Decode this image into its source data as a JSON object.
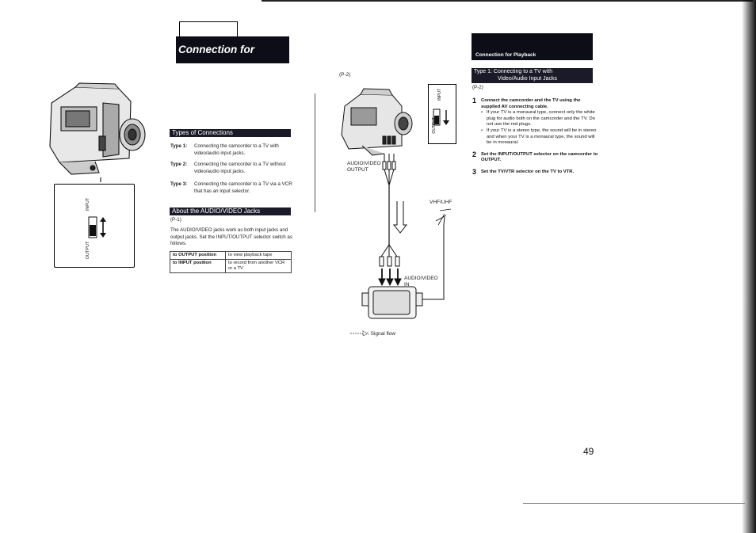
{
  "left_page": {
    "title": "Connection for Playback",
    "switch_labels": {
      "top": "INPUT",
      "bottom": "OUTPUT"
    },
    "types_header": "Types of Connections",
    "types": [
      {
        "label": "Type 1:",
        "text": "Connecting the camcorder to a TV with video/audio input jacks."
      },
      {
        "label": "Type 2:",
        "text": "Connecting the camcorder to a TV without video/audio input jacks."
      },
      {
        "label": "Type 3:",
        "text": "Connecting the camcorder to a TV via a VCR that has an input selector."
      }
    ],
    "about_header": "About the AUDIO/VIDEO Jacks",
    "about_ref": "(P-1)",
    "about_text": "The AUDIO/VIDEO jacks work as both input jacks and output jacks. Set the INPUT/OUTPUT selector switch as follows.",
    "table": [
      {
        "key": "to OUTPUT position",
        "value": "to view playback tape"
      },
      {
        "key": "to INPUT position",
        "value": "to record from another VCR or a TV"
      }
    ]
  },
  "diagram": {
    "ref": "(P-2)",
    "switch_labels": {
      "top": "INPUT",
      "bottom": "OUTPUT"
    },
    "out_label": "AUDIO/VIDEO OUTPUT",
    "antenna_label": "VHF/UHF",
    "in_label": "AUDIO/VIDEO IN",
    "legend": ": Signal flow"
  },
  "right_page": {
    "title": "Connection for Playback",
    "type_header_line1": "Type 1: Connecting to a TV with",
    "type_header_line2": "Video/Audio Input Jacks",
    "ref": "(P-2)",
    "steps": [
      {
        "num": "1",
        "head": "Connect the camcorder and the TV using the supplied AV connecting cable.",
        "bullets": [
          "If your TV is a monaural type, connect only the white plug for audio both on the camcorder and the TV. Do not use the red plugs.",
          "If your TV is a stereo type, the sound will be in stereo and when your TV is a monaural type, the sound will be in monaural."
        ]
      },
      {
        "num": "2",
        "head": "Set the INPUT/OUTPUT selector on the camcorder to OUTPUT.",
        "bullets": []
      },
      {
        "num": "3",
        "head": "Set the TV/VTR selector on the TV to VTR.",
        "bullets": []
      }
    ],
    "page_number": "49"
  }
}
